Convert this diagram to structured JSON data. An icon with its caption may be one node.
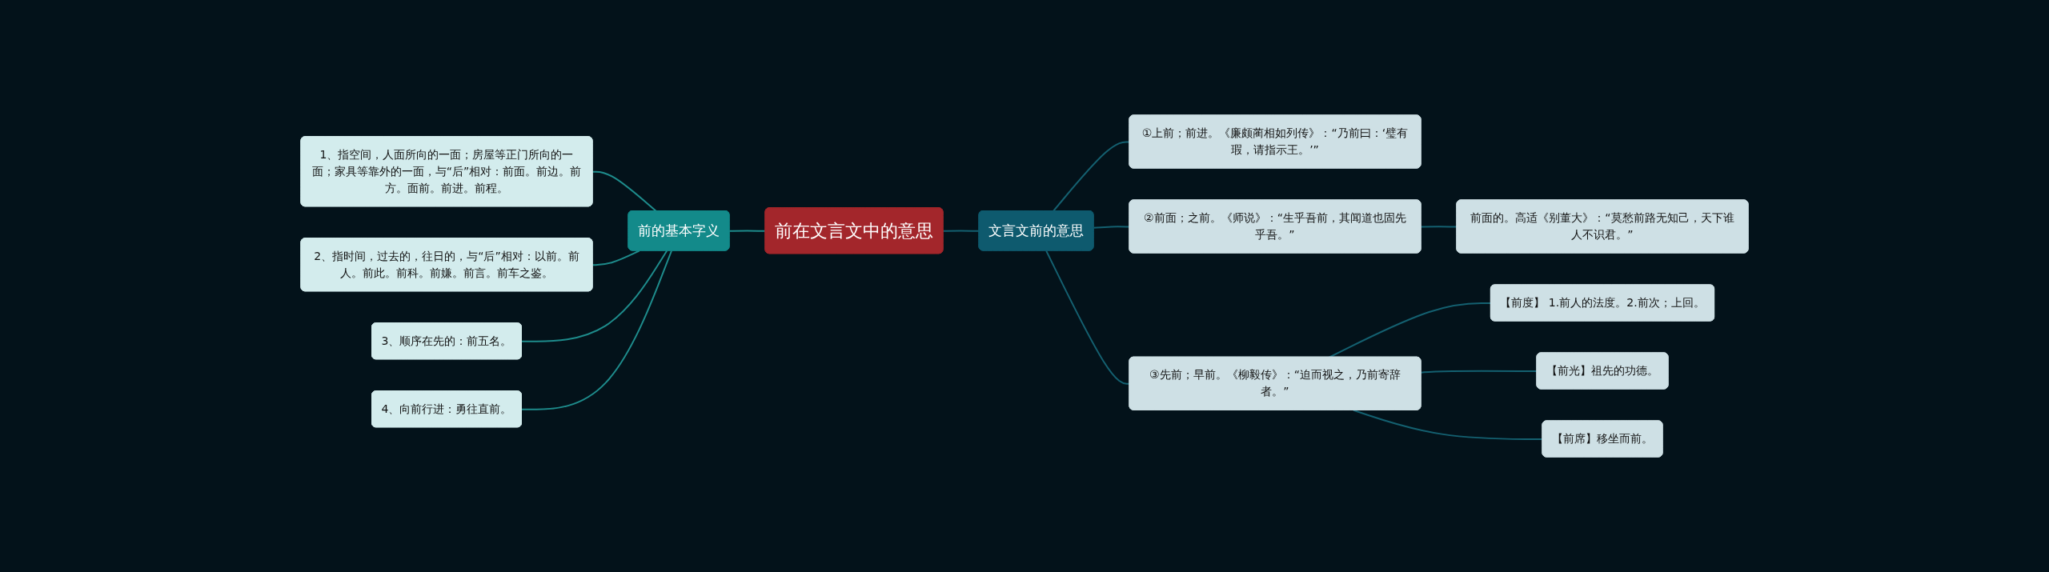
{
  "diagram": {
    "nodes": [
      {
        "text": [
          "前在文言文中的意思"
        ]
      },
      {
        "text": [
          "前的基本字义"
        ]
      },
      {
        "text": [
          "1、指空间，人面所向的一面；房屋等正门所向的一面；家具等靠外的一面，与“后”相对：前面。前边。前方。面前。前进。前程。"
        ]
      },
      {
        "text": [
          "2、指时间，过去的，往日的，与“后”相对：以前。前人。前此。前科。前嫌。前言。前车之鉴。"
        ]
      },
      {
        "text": [
          "3、顺序在先的：前五名。"
        ]
      },
      {
        "text": [
          "4、向前行进：勇往直前。"
        ]
      },
      {
        "text": [
          "文言文前的意思"
        ]
      },
      {
        "text": [
          "①上前；前进。《廉颇蔺相如列传》：“乃前曰：‘璧有瑕，请指示王。’”"
        ]
      },
      {
        "text": [
          "②前面；之前。《师说》：“生乎吾前，其闻道也固先乎吾。”"
        ]
      },
      {
        "text": [
          "前面的。高适《别董大》：“莫愁前路无知己，天下谁人不识君。”"
        ]
      },
      {
        "text": [
          "③先前；早前。《柳毅传》：“迫而视之，乃前寄辞者。”"
        ]
      },
      {
        "text": [
          "【前度】 1.前人的法度。2.前次；上回。"
        ]
      },
      {
        "text": [
          "【前光】祖先的功德。"
        ]
      },
      {
        "text": [
          "【前席】移坐而前。"
        ]
      }
    ],
    "edges": [
      {
        "from": 2,
        "to": 1,
        "arrow": "none",
        "color": "#1e8c8c"
      },
      {
        "from": 3,
        "to": 1,
        "arrow": "none",
        "color": "#1e8c8c"
      },
      {
        "from": 4,
        "to": 1,
        "arrow": "none",
        "color": "#1e8c8c"
      },
      {
        "from": 5,
        "to": 1,
        "arrow": "none",
        "color": "#1e8c8c"
      },
      {
        "from": 1,
        "to": 0,
        "arrow": "none",
        "color": "#1e8c8c"
      },
      {
        "from": 0,
        "to": 6,
        "arrow": "none"
      },
      {
        "from": 6,
        "to": 7,
        "arrow": "none"
      },
      {
        "from": 6,
        "to": 8,
        "arrow": "none"
      },
      {
        "from": 6,
        "to": 10,
        "arrow": "none"
      },
      {
        "from": 8,
        "to": 9,
        "arrow": "none"
      },
      {
        "from": 10,
        "to": 11,
        "arrow": "none"
      },
      {
        "from": 10,
        "to": 12,
        "arrow": "none"
      },
      {
        "from": 10,
        "to": 13,
        "arrow": "none"
      }
    ]
  }
}
